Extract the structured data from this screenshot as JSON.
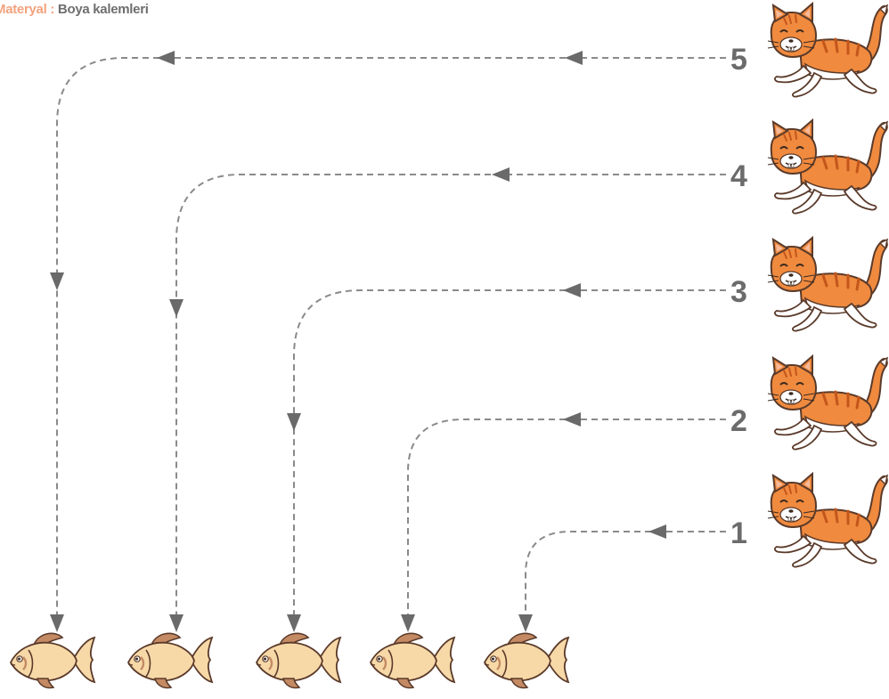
{
  "header": {
    "label": "Materyal",
    "separator": ":",
    "value": "Boya kalemleri"
  },
  "colors": {
    "path": "#8a8a8a",
    "arrow": "#6a6a6a",
    "number": "#6b6b6b",
    "cat_fur": "#f08a3e",
    "cat_stripe": "#c4561c",
    "cat_belly": "#ffffff",
    "fish_body": "#f7d9a8",
    "fish_fin": "#c48a63",
    "outline": "#5a3a2a",
    "header_label": "#f3a27e",
    "header_value": "#6e6e6e"
  },
  "icons": {
    "cat": "cat-icon",
    "fish": "fish-icon",
    "arrow": "arrowhead-icon"
  },
  "rows": [
    {
      "number": "5"
    },
    {
      "number": "4"
    },
    {
      "number": "3"
    },
    {
      "number": "2"
    },
    {
      "number": "1"
    }
  ]
}
